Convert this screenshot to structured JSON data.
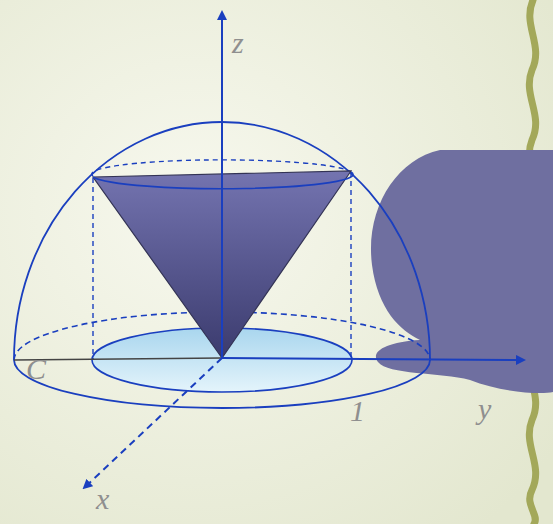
{
  "diagram": {
    "labels": [
      "z",
      "C",
      "1",
      "y",
      "x"
    ]
  }
}
